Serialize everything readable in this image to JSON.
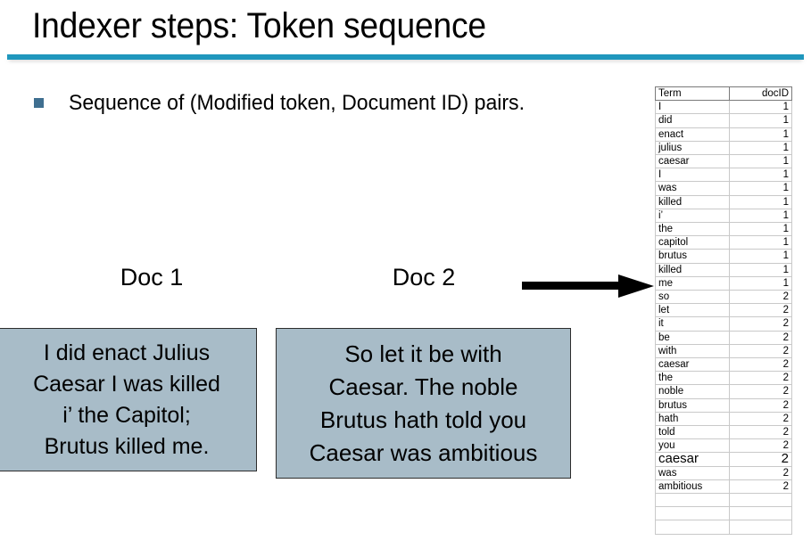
{
  "slide": {
    "title": "Indexer steps: Token sequence",
    "bullet": "Sequence of (Modified token, Document ID) pairs.",
    "accent_color": "#1f97bd",
    "bullet_color": "#3f6f90",
    "box_fill": "#a8bcc8",
    "box_border": "#2d2d2d"
  },
  "documents": [
    {
      "label": "Doc 1",
      "lines": [
        "I did enact Julius",
        "Caesar I was killed",
        "i’ the Capitol;",
        "Brutus killed me."
      ]
    },
    {
      "label": "Doc 2",
      "lines": [
        "So let it be with",
        "Caesar. The noble",
        "Brutus hath told you",
        "Caesar was ambitious"
      ]
    }
  ],
  "arrow": {
    "name": "right-arrow"
  },
  "table": {
    "headers": [
      "Term",
      "docID"
    ],
    "rows": [
      {
        "term": "I",
        "docid": "1"
      },
      {
        "term": "did",
        "docid": "1"
      },
      {
        "term": "enact",
        "docid": "1"
      },
      {
        "term": "julius",
        "docid": "1"
      },
      {
        "term": "caesar",
        "docid": "1"
      },
      {
        "term": "I",
        "docid": "1"
      },
      {
        "term": "was",
        "docid": "1"
      },
      {
        "term": "killed",
        "docid": "1"
      },
      {
        "term": "i’",
        "docid": "1"
      },
      {
        "term": "the",
        "docid": "1"
      },
      {
        "term": "capitol",
        "docid": "1"
      },
      {
        "term": "brutus",
        "docid": "1"
      },
      {
        "term": "killed",
        "docid": "1"
      },
      {
        "term": "me",
        "docid": "1"
      },
      {
        "term": "so",
        "docid": "2"
      },
      {
        "term": "let",
        "docid": "2"
      },
      {
        "term": "it",
        "docid": "2"
      },
      {
        "term": "be",
        "docid": "2"
      },
      {
        "term": "with",
        "docid": "2"
      },
      {
        "term": "caesar",
        "docid": "2"
      },
      {
        "term": "the",
        "docid": "2"
      },
      {
        "term": "noble",
        "docid": "2"
      },
      {
        "term": "brutus",
        "docid": "2"
      },
      {
        "term": "hath",
        "docid": "2"
      },
      {
        "term": "told",
        "docid": "2"
      },
      {
        "term": "you",
        "docid": "2"
      },
      {
        "term": "caesar",
        "docid": "2",
        "big": true
      },
      {
        "term": "was",
        "docid": "2"
      },
      {
        "term": "ambitious",
        "docid": "2"
      },
      {
        "term": "",
        "docid": ""
      },
      {
        "term": "",
        "docid": ""
      },
      {
        "term": "",
        "docid": ""
      }
    ]
  }
}
